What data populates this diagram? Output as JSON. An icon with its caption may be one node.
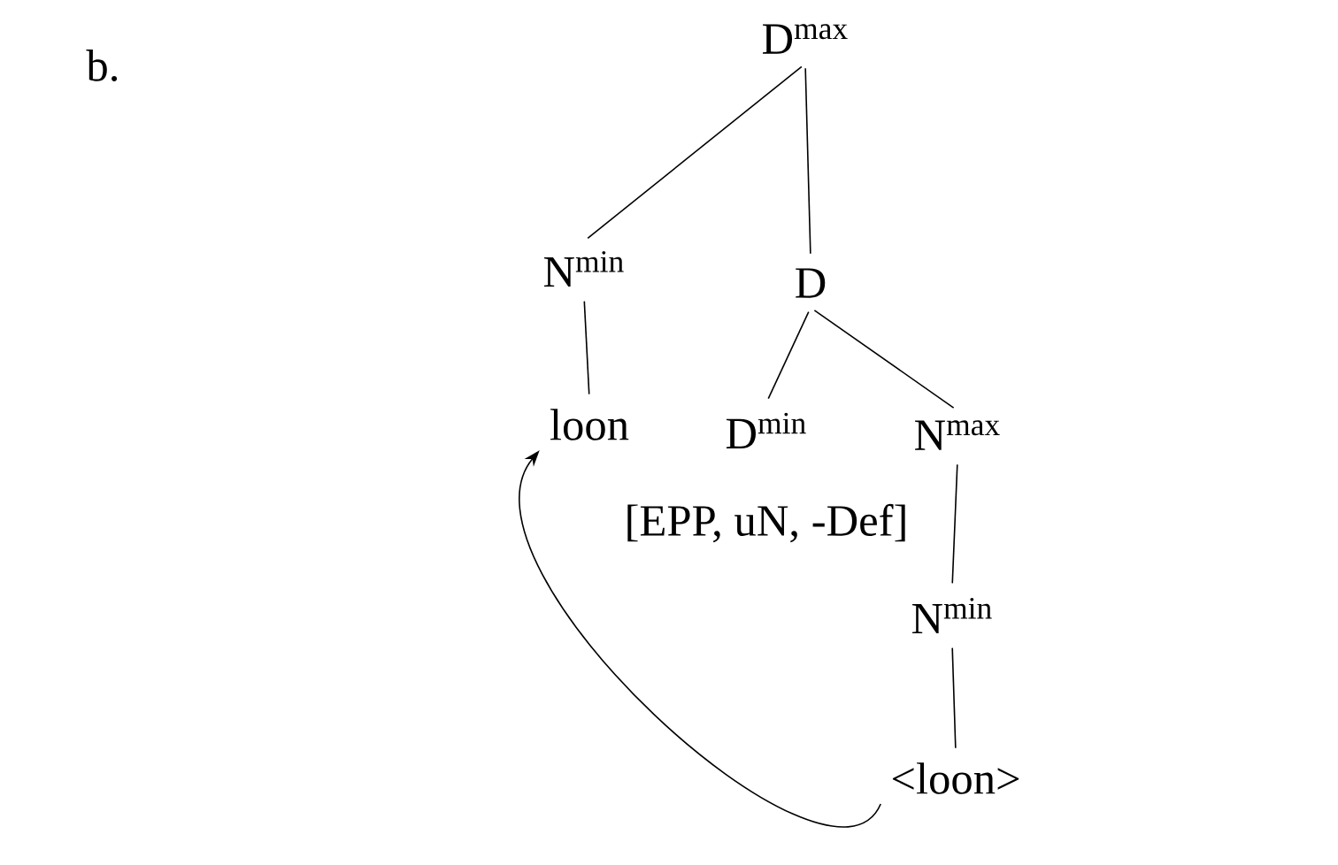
{
  "diagram": {
    "nodes": [
      {
        "text": [
          "D$^{max}$"
        ]
      },
      {
        "text": [
          "N$^{min}$"
        ]
      },
      {
        "text": [
          "D"
        ]
      },
      {
        "text": [
          "loon"
        ]
      },
      {
        "text": [
          "D$^{min}$",
          "[EPP, uN, -Def]"
        ]
      },
      {
        "text": [
          "N$^{max}$"
        ]
      },
      {
        "text": [
          "N$^{min}$"
        ]
      },
      {
        "text": [
          "<loon>"
        ]
      }
    ],
    "edges": [
      {
        "from": 0,
        "to": 1,
        "arrow": "none"
      },
      {
        "from": 0,
        "to": 2,
        "arrow": "none"
      },
      {
        "from": 1,
        "to": 3,
        "arrow": "none"
      },
      {
        "from": 2,
        "to": 4,
        "arrow": "none"
      },
      {
        "from": 2,
        "to": 5,
        "arrow": "none"
      },
      {
        "from": 5,
        "to": 6,
        "arrow": "none"
      },
      {
        "from": 6,
        "to": 7,
        "arrow": "none"
      },
      {
        "from": 7,
        "to": 3,
        "arrow": "to"
      }
    ],
    "labels": [
      "b."
    ]
  }
}
